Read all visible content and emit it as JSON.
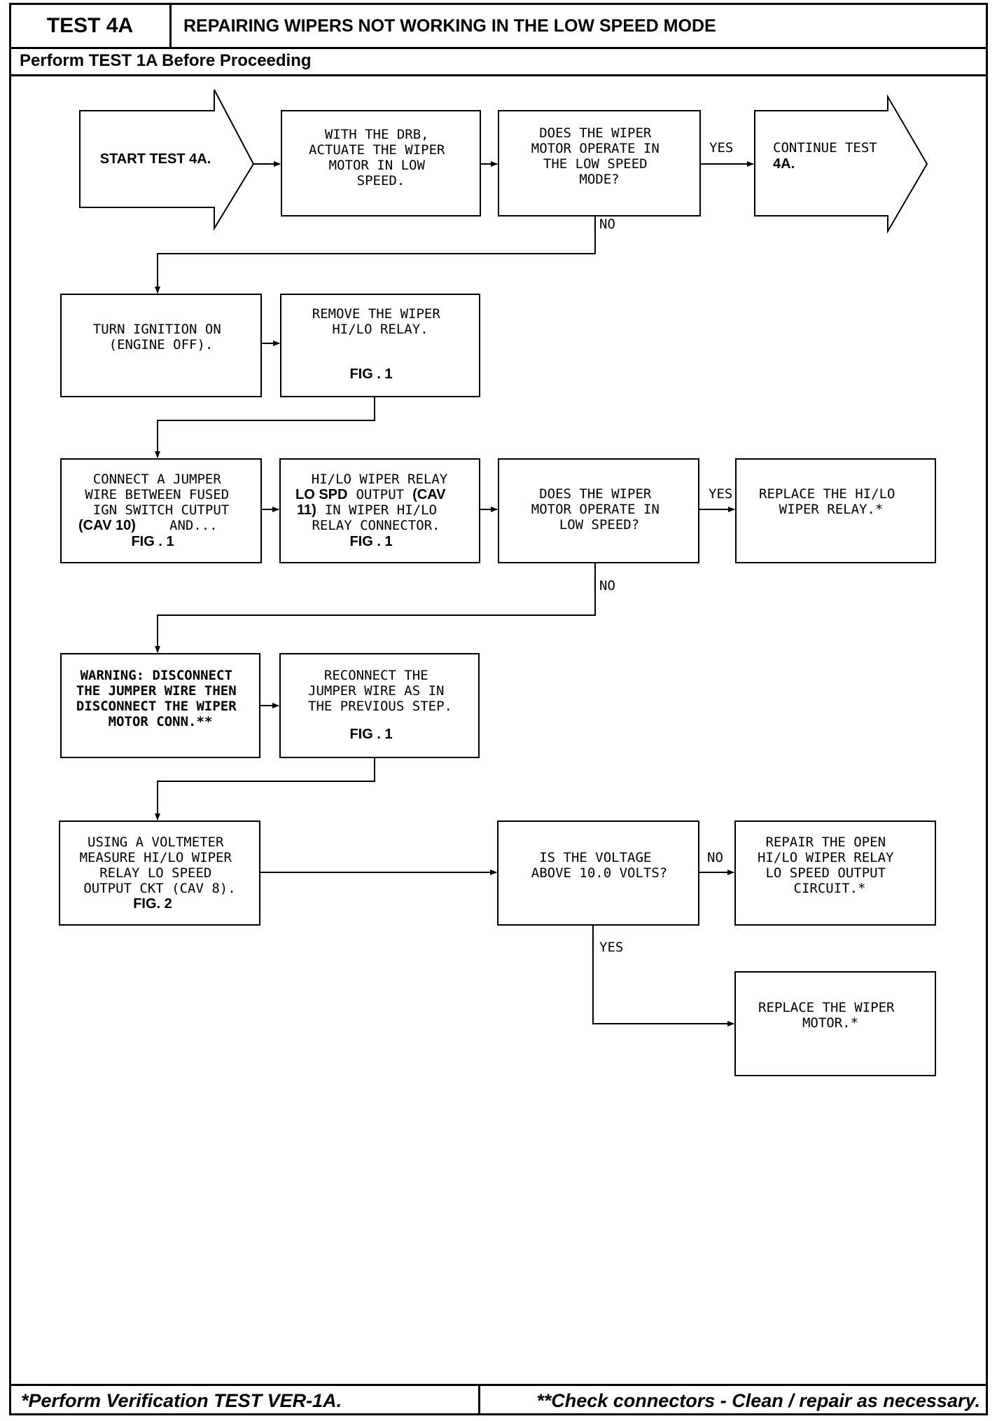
{
  "header": {
    "test_id": "TEST 4A",
    "title": "REPAIRING WIPERS NOT WORKING IN THE LOW SPEED MODE",
    "prerequisite": "Perform TEST 1A Before Proceeding"
  },
  "footer": {
    "left": "*Perform Verification TEST VER-1A.",
    "right": "**Check connectors - Clean / repair as necessary."
  },
  "flow": {
    "start": "START TEST 4A.",
    "actuate": [
      "WITH THE DRB,",
      "ACTUATE THE WIPER",
      "MOTOR IN LOW",
      "SPEED."
    ],
    "q_low_speed_mode": [
      "DOES THE WIPER",
      "MOTOR OPERATE IN",
      "THE LOW SPEED",
      "MODE?"
    ],
    "continue_line1": "CONTINUE TEST",
    "continue_line2": "4A.",
    "ignition": [
      "TURN IGNITION ON",
      "(ENGINE OFF)."
    ],
    "remove_relay": [
      "REMOVE THE WIPER",
      "HI/LO RELAY."
    ],
    "fig1": "FIG . 1",
    "fig2": "FIG. 2",
    "jumper": [
      "CONNECT A JUMPER",
      "WIRE BETWEEN FUSED",
      "IGN SWITCH CUTPUT"
    ],
    "jumper_cav": "(CAV 10)",
    "jumper_and": "AND...",
    "relay_output_l1": "HI/LO WIPER RELAY",
    "relay_output_lospd": "LO SPD",
    "relay_output_mid": "OUTPUT",
    "relay_output_cav": "(CAV",
    "relay_output_cav11": "11)",
    "relay_output_rest": "IN WIPER HI/LO",
    "relay_output_l4": "RELAY CONNECTOR.",
    "q_low_speed": [
      "DOES THE WIPER",
      "MOTOR OPERATE IN",
      "LOW SPEED?"
    ],
    "replace_relay": [
      "REPLACE THE HI/LO",
      "WIPER RELAY.*"
    ],
    "warning": [
      "WARNING: DISCONNECT",
      "THE JUMPER WIRE THEN",
      "DISCONNECT THE WIPER",
      "MOTOR CONN.**"
    ],
    "reconnect": [
      "RECONNECT THE",
      "JUMPER WIRE AS IN",
      "THE PREVIOUS STEP."
    ],
    "voltmeter": [
      "USING A VOLTMETER",
      "MEASURE HI/LO WIPER",
      "RELAY LO SPEED",
      "OUTPUT CKT (CAV 8)."
    ],
    "q_voltage": [
      "IS THE VOLTAGE",
      "ABOVE 10.0 VOLTS?"
    ],
    "repair_open": [
      "REPAIR THE OPEN",
      "HI/LO WIPER RELAY",
      "LO SPEED OUTPUT",
      "CIRCUIT.*"
    ],
    "replace_motor": [
      "REPLACE THE WIPER",
      "MOTOR.*"
    ],
    "yes": "YES",
    "no": "NO"
  }
}
